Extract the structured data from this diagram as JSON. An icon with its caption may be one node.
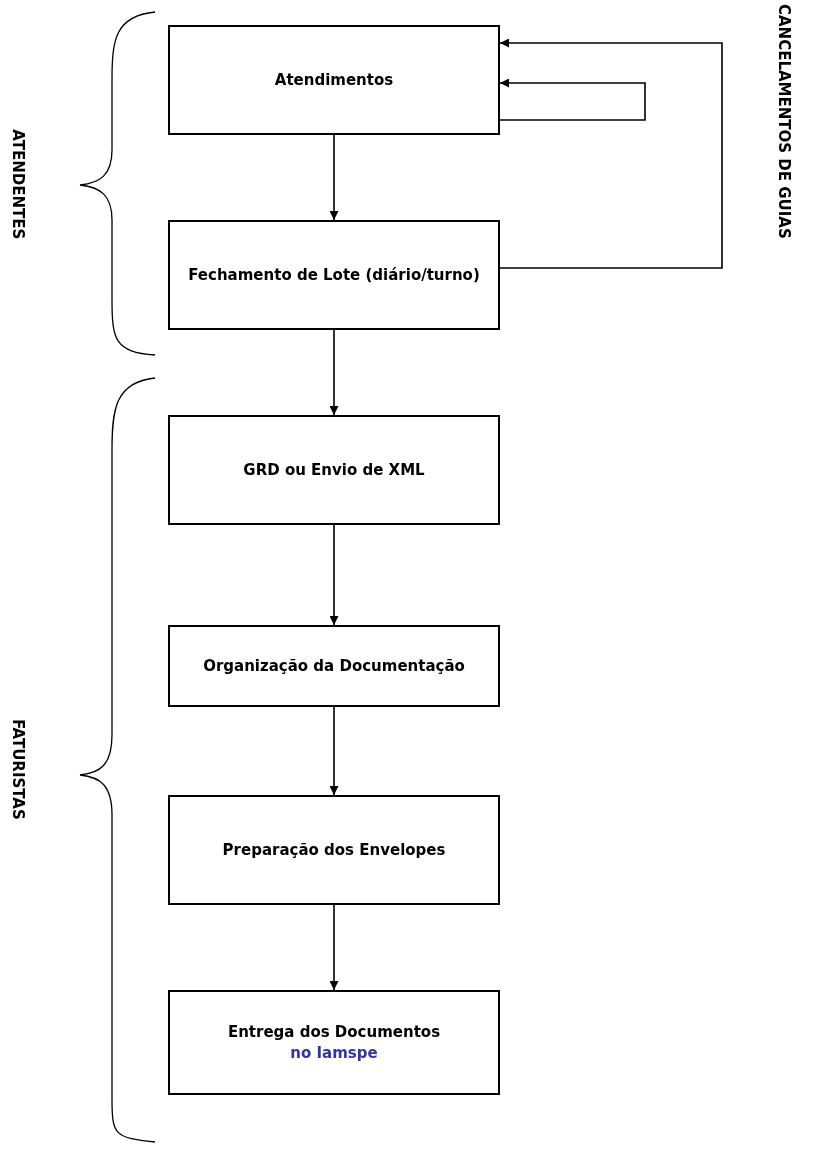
{
  "diagram": {
    "nodes": [
      {
        "text": [
          "Atendimentos"
        ]
      },
      {
        "text": [
          "Fechamento de Lote (diário/turno)"
        ]
      },
      {
        "text": [
          "GRD ou Envio de XML"
        ]
      },
      {
        "text": [
          "Organização da Documentação"
        ]
      },
      {
        "text": [
          "Preparação dos Envelopes"
        ]
      },
      {
        "text": [
          "Entrega dos Documentos",
          "no Iamspe"
        ]
      }
    ],
    "edges": [
      {
        "from": 0,
        "to": 0,
        "arrow": "to"
      },
      {
        "from": 1,
        "to": 0,
        "arrow": "to"
      },
      {
        "from": 0,
        "to": 1,
        "arrow": "to"
      },
      {
        "from": 1,
        "to": 2,
        "arrow": "to"
      },
      {
        "from": 2,
        "to": 3,
        "arrow": "to"
      },
      {
        "from": 3,
        "to": 4,
        "arrow": "to"
      },
      {
        "from": 4,
        "to": 5,
        "arrow": "to"
      }
    ],
    "labels": [
      "ATENDENTES",
      "CANCELAMENTOS DE GUIAS",
      "FATURISTAS"
    ]
  }
}
